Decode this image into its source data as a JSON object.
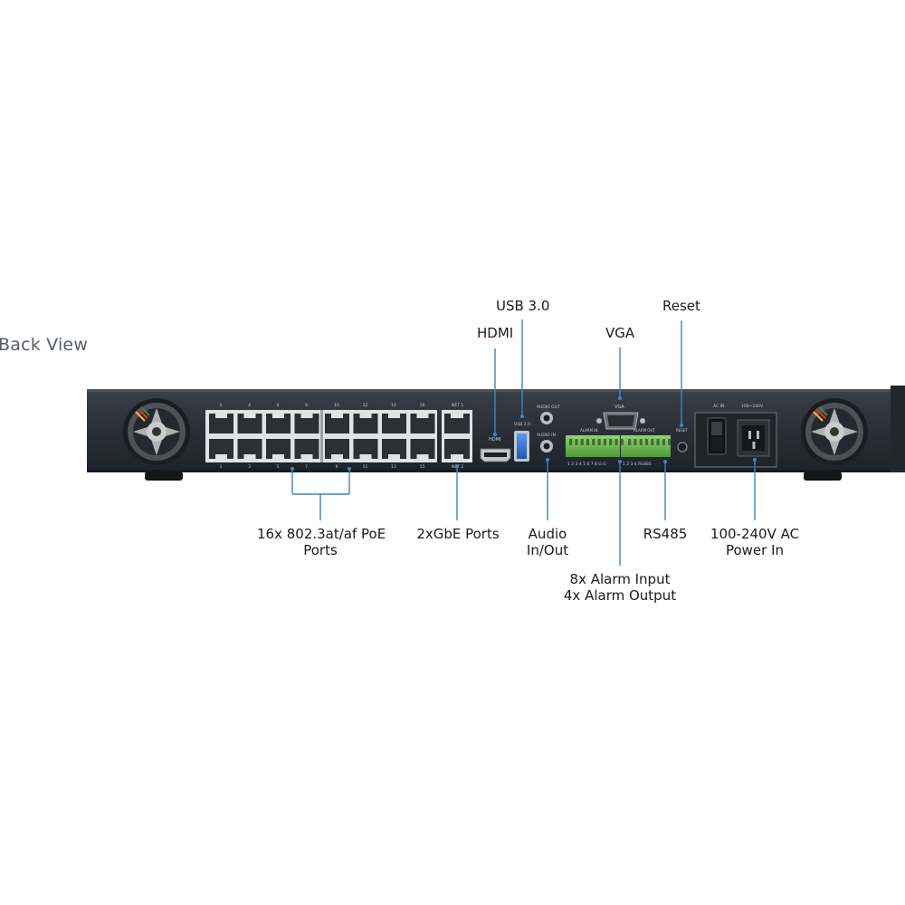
{
  "view_title": "Back View",
  "labels": {
    "usb": "USB 3.0",
    "reset": "Reset",
    "hdmi": "HDMI",
    "vga": "VGA",
    "poe": [
      "16x 802.3at/af PoE",
      "Ports"
    ],
    "gbe": "2xGbE Ports",
    "audio": [
      "Audio",
      "In/Out"
    ],
    "rs485": "RS485",
    "power": [
      "100-240V AC",
      "Power In"
    ],
    "alarm": [
      "8x Alarm Input",
      "4x Alarm Output"
    ]
  },
  "panel_text": {
    "top_port_numbers": [
      "2",
      "4",
      "6",
      "8",
      "10",
      "12",
      "14",
      "16"
    ],
    "bottom_port_numbers": [
      "1",
      "3",
      "5",
      "7",
      "9",
      "11",
      "13",
      "15"
    ],
    "net1": "NET 1",
    "net2": "NET 2",
    "hdmi": "HDMI",
    "usb": "USB 3.0",
    "audio_out": "AUDIO OUT",
    "audio_in": "AUDIO IN",
    "vga": "VGA",
    "alarm_in": "ALARM IN",
    "alarm_out": "ALARM OUT",
    "alarm_in_numbers": "1 2 3 4 5 6 7 8 G G",
    "alarm_out_numbers": "1 2 3 4 RS485",
    "reset": "RESET",
    "ac_in": "AC IN",
    "voltage": "100~240V"
  },
  "colors": {
    "chassis": "#2b3038",
    "callout_line": "#3a86c8",
    "terminal_green": "#6fbd55",
    "usb_blue": "#2e6fd0"
  }
}
